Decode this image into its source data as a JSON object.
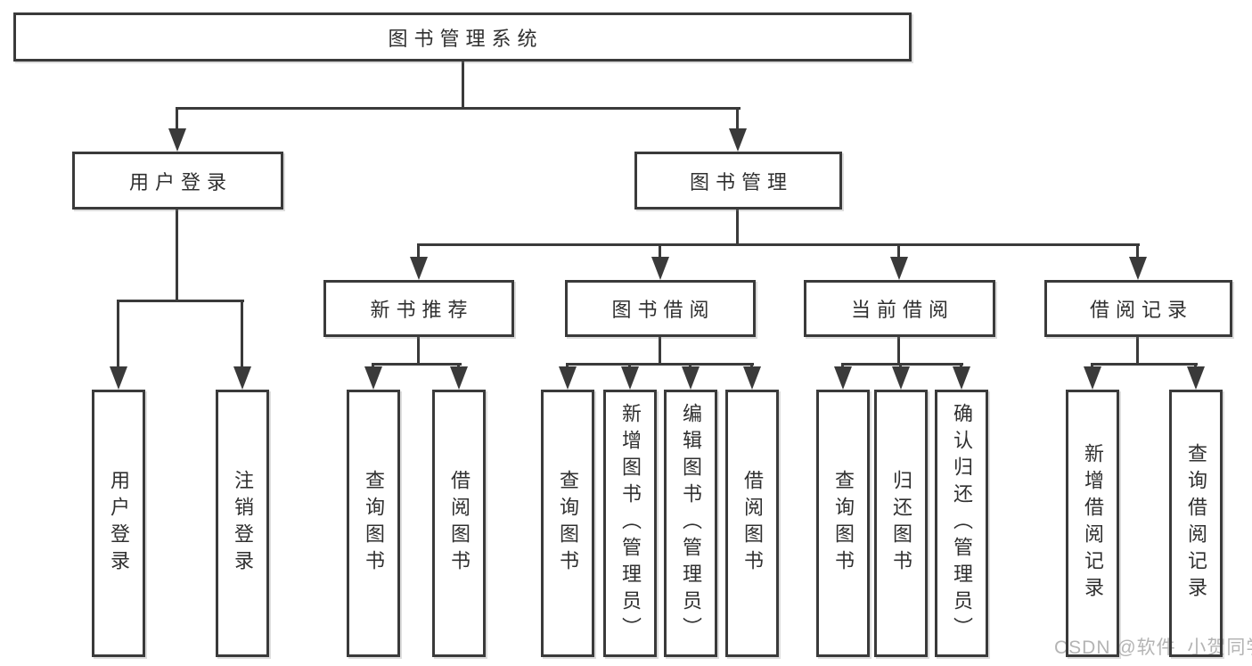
{
  "tree": {
    "label": "图书管理系统",
    "children": [
      {
        "label": "用户登录",
        "children": [
          {
            "label": "用户登录"
          },
          {
            "label": "注销登录"
          }
        ]
      },
      {
        "label": "图书管理",
        "children": [
          {
            "label": "新书推荐",
            "children": [
              {
                "label": "查询图书"
              },
              {
                "label": "借阅图书"
              }
            ]
          },
          {
            "label": "图书借阅",
            "children": [
              {
                "label": "查询图书"
              },
              {
                "label": "新增图书（管理员）"
              },
              {
                "label": "编辑图书（管理员）"
              },
              {
                "label": "借阅图书"
              }
            ]
          },
          {
            "label": "当前借阅",
            "children": [
              {
                "label": "查询图书"
              },
              {
                "label": "归还图书"
              },
              {
                "label": "确认归还（管理员）"
              }
            ]
          },
          {
            "label": "借阅记录",
            "children": [
              {
                "label": "新增借阅记录"
              },
              {
                "label": "查询借阅记录"
              }
            ]
          }
        ]
      }
    ]
  },
  "watermark": "CSDN @软件_小贺同学",
  "colors": {
    "line": "#3a3a3a",
    "box_fill": "#ffffff",
    "text": "#303030",
    "watermark": "#b4b4b4",
    "background": "#ffffff"
  }
}
